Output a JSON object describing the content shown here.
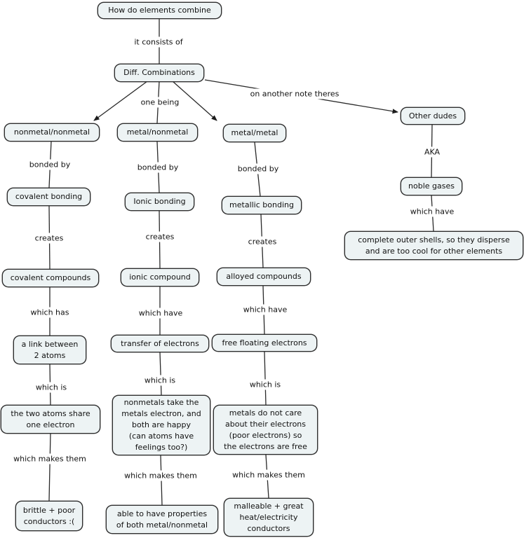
{
  "canvas": {
    "background": "#ffffff",
    "node_fill": "#edf3f4",
    "node_border": "#2e2e2e",
    "line_color": "#2a2a2a",
    "text_color": "#111111"
  },
  "nodes": {
    "root": "How do elements combine",
    "combinations": "Diff. Combinations",
    "nonmetal_nonmetal": "nonmetal/nonmetal",
    "metal_nonmetal": "metal/nonmetal",
    "metal_metal": "metal/metal",
    "other_dudes": "Other dudes",
    "covalent_bonding": "covalent bonding",
    "ionic_bonding": "Ionic bonding",
    "metallic_bonding": "metallic bonding",
    "noble_gases": "noble gases",
    "complete_shells": "complete outer shells, so they disperse\nand are too cool for other elements",
    "covalent_compounds": "covalent compounds",
    "ionic_compound": "ionic compound",
    "alloyed_compounds": "alloyed compounds",
    "link_two_atoms": "a link between\n2 atoms",
    "transfer_electrons": "transfer of electrons",
    "free_floating_electrons": "free floating electrons",
    "two_atoms_share": "the two atoms share\none electron",
    "nonmetals_take": "nonmetals take the\nmetals electron, and\nboth are happy\n(can atoms have\nfeelings too?)",
    "metals_do_not_care": "metals do not care\nabout their electrons\n(poor electrons) so\nthe electrons are free",
    "brittle_poor": "brittle + poor\nconductors :(",
    "able_properties": "able to have properties\nof both metal/nonmetal",
    "malleable_great": "malleable + great\nheat/electricity\nconductors"
  },
  "link_labels": {
    "it_consists_of": "it consists of",
    "one_being": "one being",
    "on_another_note": "on another note theres",
    "bonded_by": "bonded by",
    "aka": "AKA",
    "creates": "creates",
    "which_has": "which has",
    "which_have": "which have",
    "which_is": "which is",
    "which_makes_them": "which makes them"
  }
}
